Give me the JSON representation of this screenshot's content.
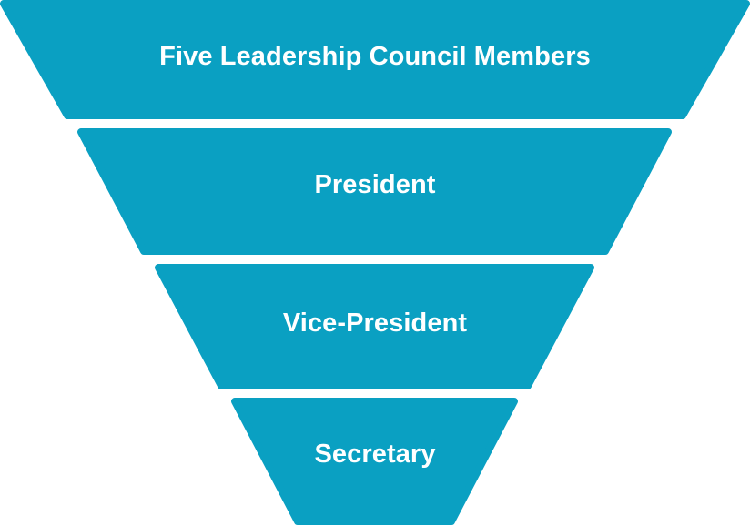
{
  "diagram": {
    "type": "funnel",
    "fill_color": "#0aa0c2",
    "text_color": "#ffffff",
    "segments": [
      {
        "label": "Five Leadership Council Members"
      },
      {
        "label": "President"
      },
      {
        "label": "Vice-President"
      },
      {
        "label": "Secretary"
      }
    ]
  }
}
